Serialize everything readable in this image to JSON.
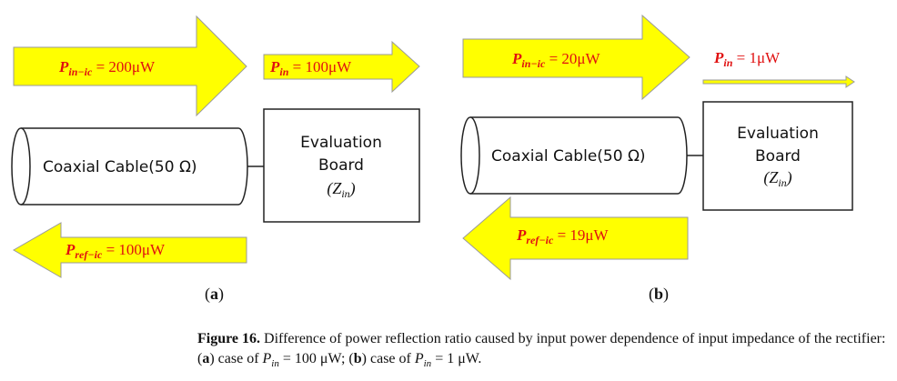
{
  "panel_a": {
    "label": "(a)",
    "label_letter": "a",
    "arrow_top_left": {
      "text": "P",
      "sub": "in−ic",
      "rest": " = 200μW"
    },
    "arrow_top_right": {
      "text": "P",
      "sub": "in",
      "rest": " = 100μW"
    },
    "arrow_bottom": {
      "text": "P",
      "sub": "ref−ic",
      "rest": " = 100μW"
    },
    "cable_label": "Coaxial Cable(50 Ω)",
    "board_line1": "Evaluation",
    "board_line2": "Board",
    "board_zin": {
      "text": "Z",
      "sub": "in"
    }
  },
  "panel_b": {
    "label": "(b)",
    "label_letter": "b",
    "arrow_top_left": {
      "text": "P",
      "sub": "in−ic",
      "rest": " = 20μW"
    },
    "arrow_top_right": {
      "text": "P",
      "sub": "in",
      "rest": " = 1μW"
    },
    "arrow_bottom": {
      "text": "P",
      "sub": "ref−ic",
      "rest": " = 19μW"
    },
    "cable_label": "Coaxial Cable(50 Ω)",
    "board_line1": "Evaluation",
    "board_line2": "Board",
    "board_zin": {
      "text": "Z",
      "sub": "in"
    }
  },
  "caption": {
    "figure_label": "Figure 16.",
    "text_1": " Difference of power reflection ratio caused by input power dependence of input impedance of the rectifier: (",
    "a": "a",
    "text_2": ") case of ",
    "p": "P",
    "sub": "in",
    "val_a": " = 100 μW; (",
    "b": "b",
    "text_3": ") case of ",
    "val_b": " = 1 μW."
  },
  "colors": {
    "arrow_fill": "#ffff00",
    "arrow_stroke": "#9a9a9a",
    "label_red": "#e01010"
  }
}
